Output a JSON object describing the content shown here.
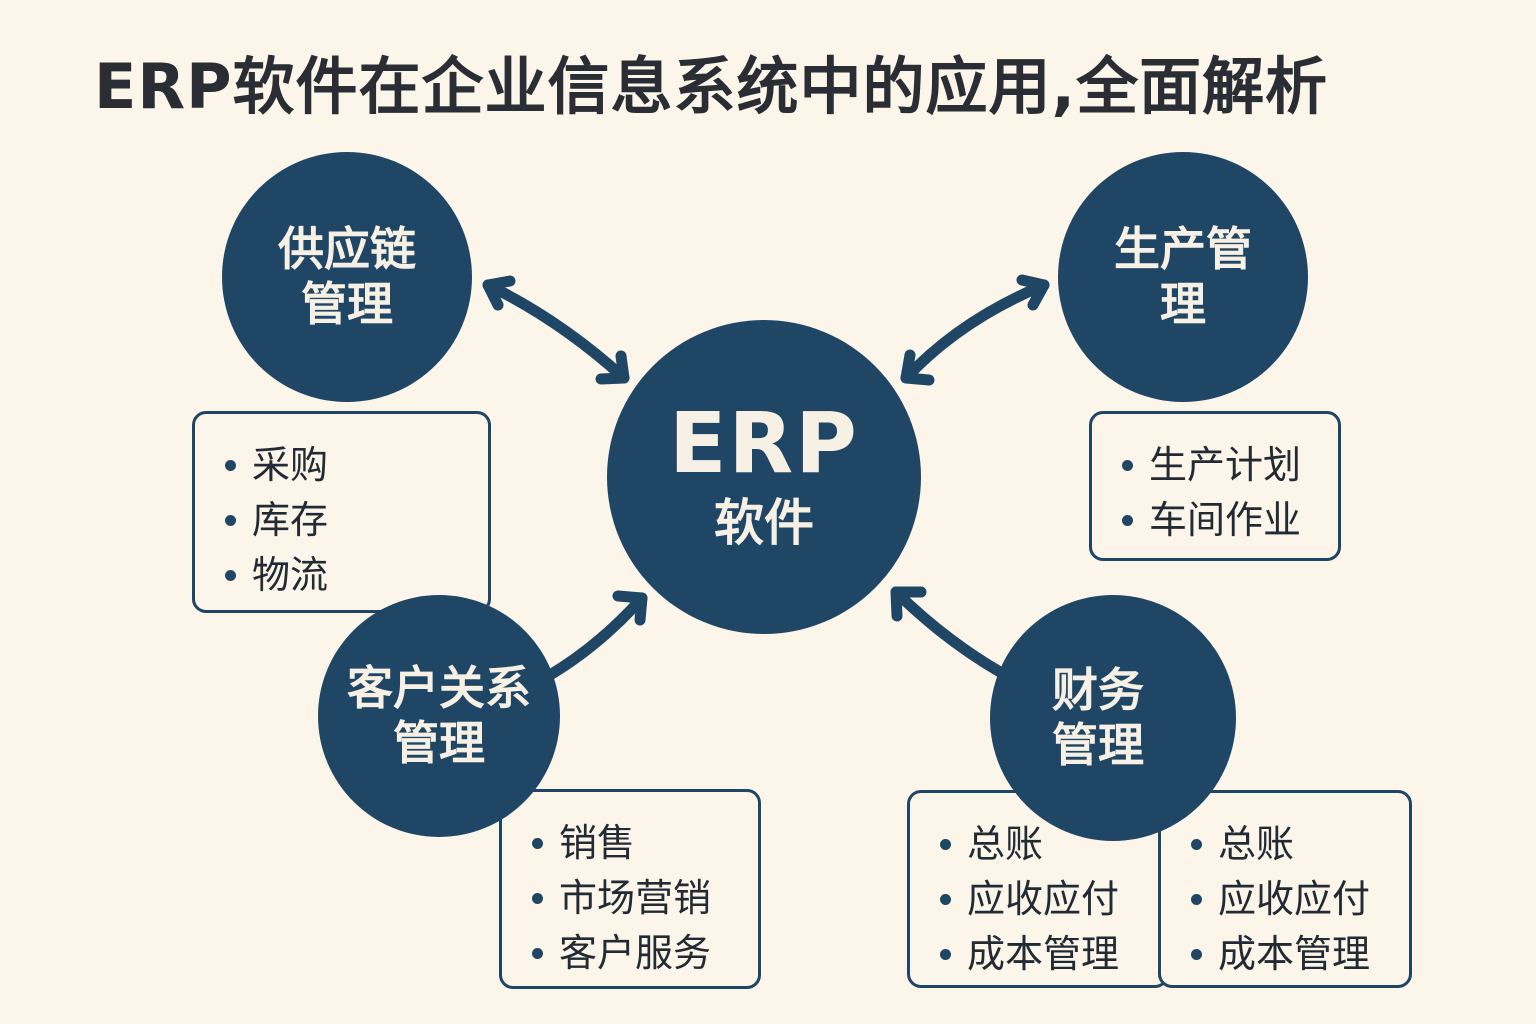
{
  "title": "ERP软件在企业信息系统中的应用,全面解析",
  "colors": {
    "background": "#fbf5ea",
    "node_fill": "#204666",
    "node_text": "#f7f0e4",
    "body_text": "#222a33"
  },
  "center": {
    "line1": "ERP",
    "line2": "软件"
  },
  "nodes": {
    "supply_chain": {
      "lines": [
        "供应链",
        "管理"
      ],
      "items": [
        "采购",
        "库存",
        "物流"
      ],
      "connector": "bidirectional-arrow"
    },
    "production": {
      "lines": [
        "生产管",
        "理"
      ],
      "items": [
        "生产计划",
        "车间作业"
      ],
      "connector": "bidirectional-arrow"
    },
    "crm": {
      "lines": [
        "客户关系",
        "管理"
      ],
      "items": [
        "销售",
        "市场营销",
        "客户服务"
      ],
      "connector": "arrow-to-center"
    },
    "finance": {
      "lines": [
        "财务",
        "管理"
      ],
      "items_left": [
        "总账",
        "应收应付",
        "成本管理"
      ],
      "items_right": [
        "总账",
        "应收应付",
        "成本管理"
      ],
      "connector": "arrow-to-center"
    }
  }
}
